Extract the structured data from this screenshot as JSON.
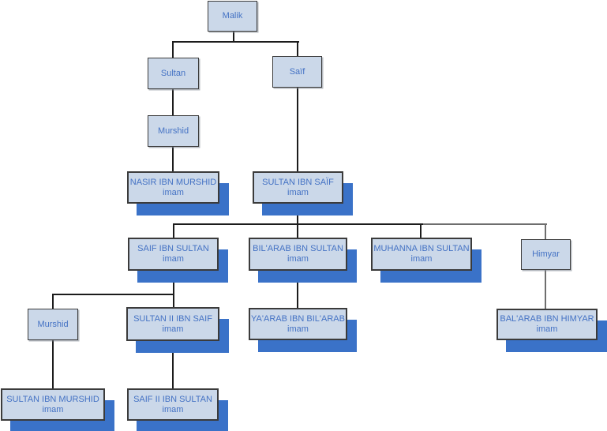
{
  "colors": {
    "background": "#FFFFFF",
    "node_fill": "#CBD8E9",
    "node_border": "#3B3B3B",
    "node_text": "#4472C4",
    "imam_shadow": "#3A72C8",
    "connector_dark": "#1C1C1C",
    "connector_gray": "#6E6E6E"
  },
  "nodes": [
    {
      "id": "malik",
      "label": "Malik",
      "type": "ancestor"
    },
    {
      "id": "sultan",
      "label": "Sultan",
      "type": "ancestor"
    },
    {
      "id": "saif",
      "label": "Saïf",
      "type": "ancestor"
    },
    {
      "id": "murshid",
      "label": "Murshid",
      "type": "ancestor"
    },
    {
      "id": "nasir-ibn-murshid",
      "label": "NASIR IBN MURSHID",
      "subtitle": "imam",
      "type": "imam"
    },
    {
      "id": "sultan-ibn-saif",
      "label": "SULTAN IBN SAÏF",
      "subtitle": "imam",
      "type": "imam"
    },
    {
      "id": "saif-ibn-sultan",
      "label": "SAIF IBN SULTAN",
      "subtitle": "imam",
      "type": "imam"
    },
    {
      "id": "bilarab-ibn-sultan",
      "label": "BIL'ARAB IBN SULTAN",
      "subtitle": "imam",
      "type": "imam"
    },
    {
      "id": "muhanna-ibn-sultan",
      "label": "MUHANNA IBN SULTAN",
      "subtitle": "imam",
      "type": "imam"
    },
    {
      "id": "himyar",
      "label": "Himyar",
      "type": "ancestor"
    },
    {
      "id": "murshid-2",
      "label": "Murshid",
      "type": "ancestor"
    },
    {
      "id": "sultan-ii-ibn-saif",
      "label": "SULTAN II IBN SAIF",
      "subtitle": "imam",
      "type": "imam"
    },
    {
      "id": "yaarab-ibn-bilarab",
      "label": "YA'ARAB IBN BIL'ARAB",
      "subtitle": "imam",
      "type": "imam"
    },
    {
      "id": "balarab-ibn-himyar",
      "label": "BAL'ARAB IBN HIMYAR",
      "subtitle": "imam",
      "type": "imam"
    },
    {
      "id": "sultan-ibn-murshid",
      "label": "SULTAN IBN MURSHID",
      "subtitle": "imam",
      "type": "imam"
    },
    {
      "id": "saif-ii-ibn-sultan",
      "label": "SAIF II IBN SULTAN",
      "subtitle": "imam",
      "type": "imam"
    }
  ]
}
